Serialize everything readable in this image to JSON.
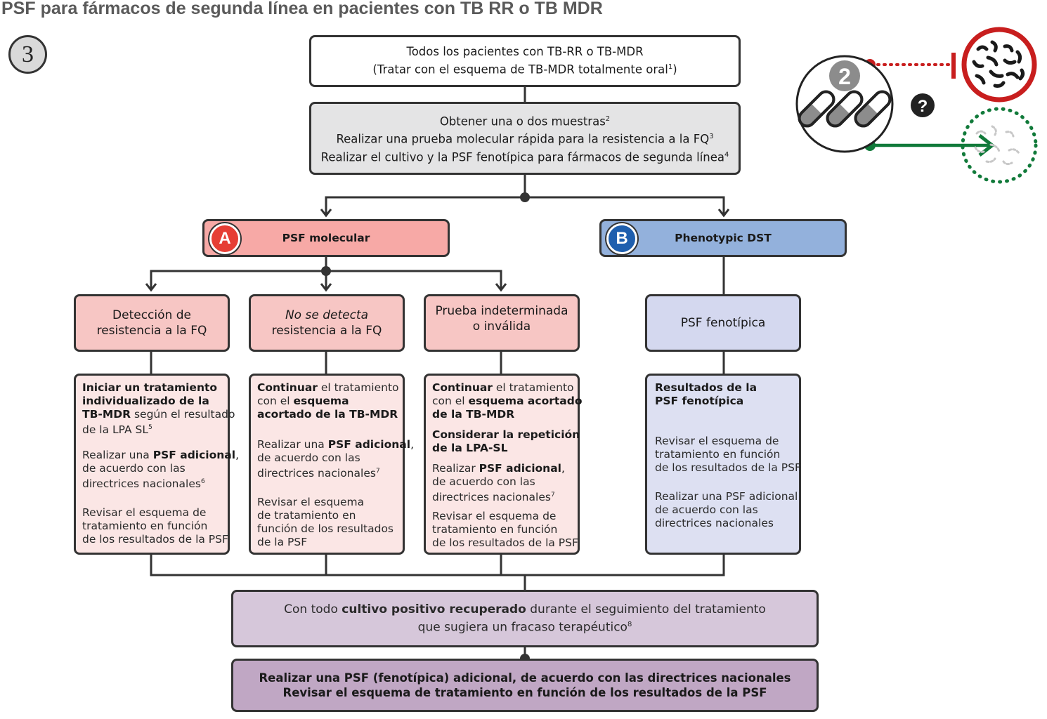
{
  "title": "PSF para fármacos de segunda línea en pacientes con TB RR o TB MDR",
  "step_number": "3",
  "top": {
    "line1": "Todos los pacientes con TB-RR o TB-MDR",
    "line2_main": "(Tratar con el esquema de TB-MDR totalmente oral",
    "line2_sup": "1",
    "line2_end": ")"
  },
  "samples": {
    "l1": "Obtener una o dos muestras",
    "l1_sup": "2",
    "l2": "Realizar una prueba molecular rápida para la resistencia a la FQ",
    "l2_sup": "3",
    "l3": "Realizar el cultivo y la PSF fenotípica para fármacos de segunda línea",
    "l3_sup": "4"
  },
  "branch_a": {
    "badge": "A",
    "label": "PSF molecular",
    "color": "#f7a9a6"
  },
  "branch_b": {
    "badge": "B",
    "label": "Phenotypic DST",
    "color": "#93b1dc"
  },
  "col1": {
    "header_l1": "Detección de",
    "header_l2": "resistencia a la FQ",
    "p1_b1": "Iniciar un tratamiento",
    "p1_b2": "individualizado de la",
    "p1_b3": "TB-MDR",
    "p1_t3": " según el resultado",
    "p1_t4": "de la LPA SL",
    "p1_sup": "5",
    "p2_t1": "Realizar una ",
    "p2_b1": "PSF adicional",
    "p2_t1e": ",",
    "p2_t2": "de acuerdo con las",
    "p2_t3": "directrices nacionales",
    "p2_sup": "6",
    "p3_t1": "Revisar el esquema de",
    "p3_t2": "tratamiento en función",
    "p3_t3": "de los resultados de la PSF"
  },
  "col2": {
    "header_l1": "No se detecta",
    "header_l2": "resistencia a la FQ",
    "p1_b1": "Continuar",
    "p1_t1": " el tratamiento",
    "p1_t2": "con el ",
    "p1_b2": "esquema",
    "p1_b3": "acortado de la TB-MDR",
    "p2_t1": "Realizar una ",
    "p2_b1": "PSF adicional",
    "p2_t1e": ",",
    "p2_t2": "de acuerdo con las",
    "p2_t3": "directrices nacionales",
    "p2_sup": "7",
    "p3_t1": "Revisar el esquema",
    "p3_t2": "de tratamiento en",
    "p3_t3": "función de los resultados",
    "p3_t4": "de la PSF"
  },
  "col3": {
    "header_l1": "Prueba indeterminada",
    "header_l2": "o inválida",
    "p1_b1": "Continuar",
    "p1_t1": " el tratamiento",
    "p1_t2": "con el ",
    "p1_b2": "esquema acortado",
    "p1_b3": "de la TB-MDR",
    "p2_b1": "Considerar la repetición",
    "p2_b2": "de la LPA-SL",
    "p3_t1": "Realizar ",
    "p3_b1": "PSF adicional",
    "p3_t1e": ",",
    "p3_t2": "de acuerdo con las",
    "p3_t3": "directrices nacionales",
    "p3_sup": "7",
    "p4_t1": "Revisar el esquema de",
    "p4_t2": "tratamiento en función",
    "p4_t3": "de los resultados de la PSF"
  },
  "col4": {
    "header": "PSF fenotípica",
    "p1_b1": "Resultados de la",
    "p1_b2": "PSF fenotípica",
    "p2_t1": "Revisar el esquema de",
    "p2_t2": "tratamiento en función",
    "p2_t3": "de los resultados de la PSF",
    "p3_t1": "Realizar una PSF adicional",
    "p3_t2": "de acuerdo con las",
    "p3_t3": "directrices nacionales"
  },
  "culture": {
    "l1_t1": "Con todo ",
    "l1_b1": "cultivo positivo recuperado",
    "l1_t2": " durante el seguimiento del tratamiento",
    "l2": "que sugiera un fracaso terapéutico",
    "l2_sup": "8"
  },
  "final": {
    "l1": "Realizar una PSF (fenotípica) adicional, de acuerdo con las directrices nacionales",
    "l2": "Revisar el esquema de tratamiento en función de los resultados de la PSF"
  },
  "icon": {
    "number": "2",
    "question": "?",
    "colors": {
      "red": "#c81e1e",
      "green": "#117a3a",
      "gray": "#8c8c8c"
    }
  }
}
